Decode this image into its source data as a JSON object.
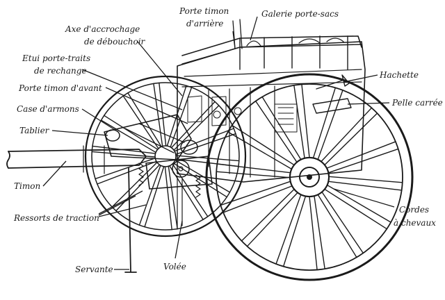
{
  "diagram": {
    "labels": {
      "porte_timon_arriere_1": "Porte timon",
      "porte_timon_arriere_2": "d'arrière",
      "galerie_porte_sacs": "Galerie porte-sacs",
      "axe_accrochage_1": "Axe d'accrochage",
      "axe_accrochage_2": "de débouchoir",
      "etui_porte_traits_1": "Etui porte-traits",
      "etui_porte_traits_2": "de rechange",
      "porte_timon_avant": "Porte timon d'avant",
      "case_armons": "Case d'armons",
      "tablier": "Tablier",
      "timon": "Timon",
      "ressorts_traction": "Ressorts de traction",
      "servante": "Servante",
      "volee": "Volée",
      "hachette": "Hachette",
      "pelle_carree": "Pelle carrée",
      "cordes_chevaux_1": "Cordes",
      "cordes_chevaux_2": "à chevaux"
    },
    "wheels": {
      "spoke_count": 14
    },
    "colors": {
      "ink": "#1a1a1a",
      "background": "#ffffff"
    }
  }
}
